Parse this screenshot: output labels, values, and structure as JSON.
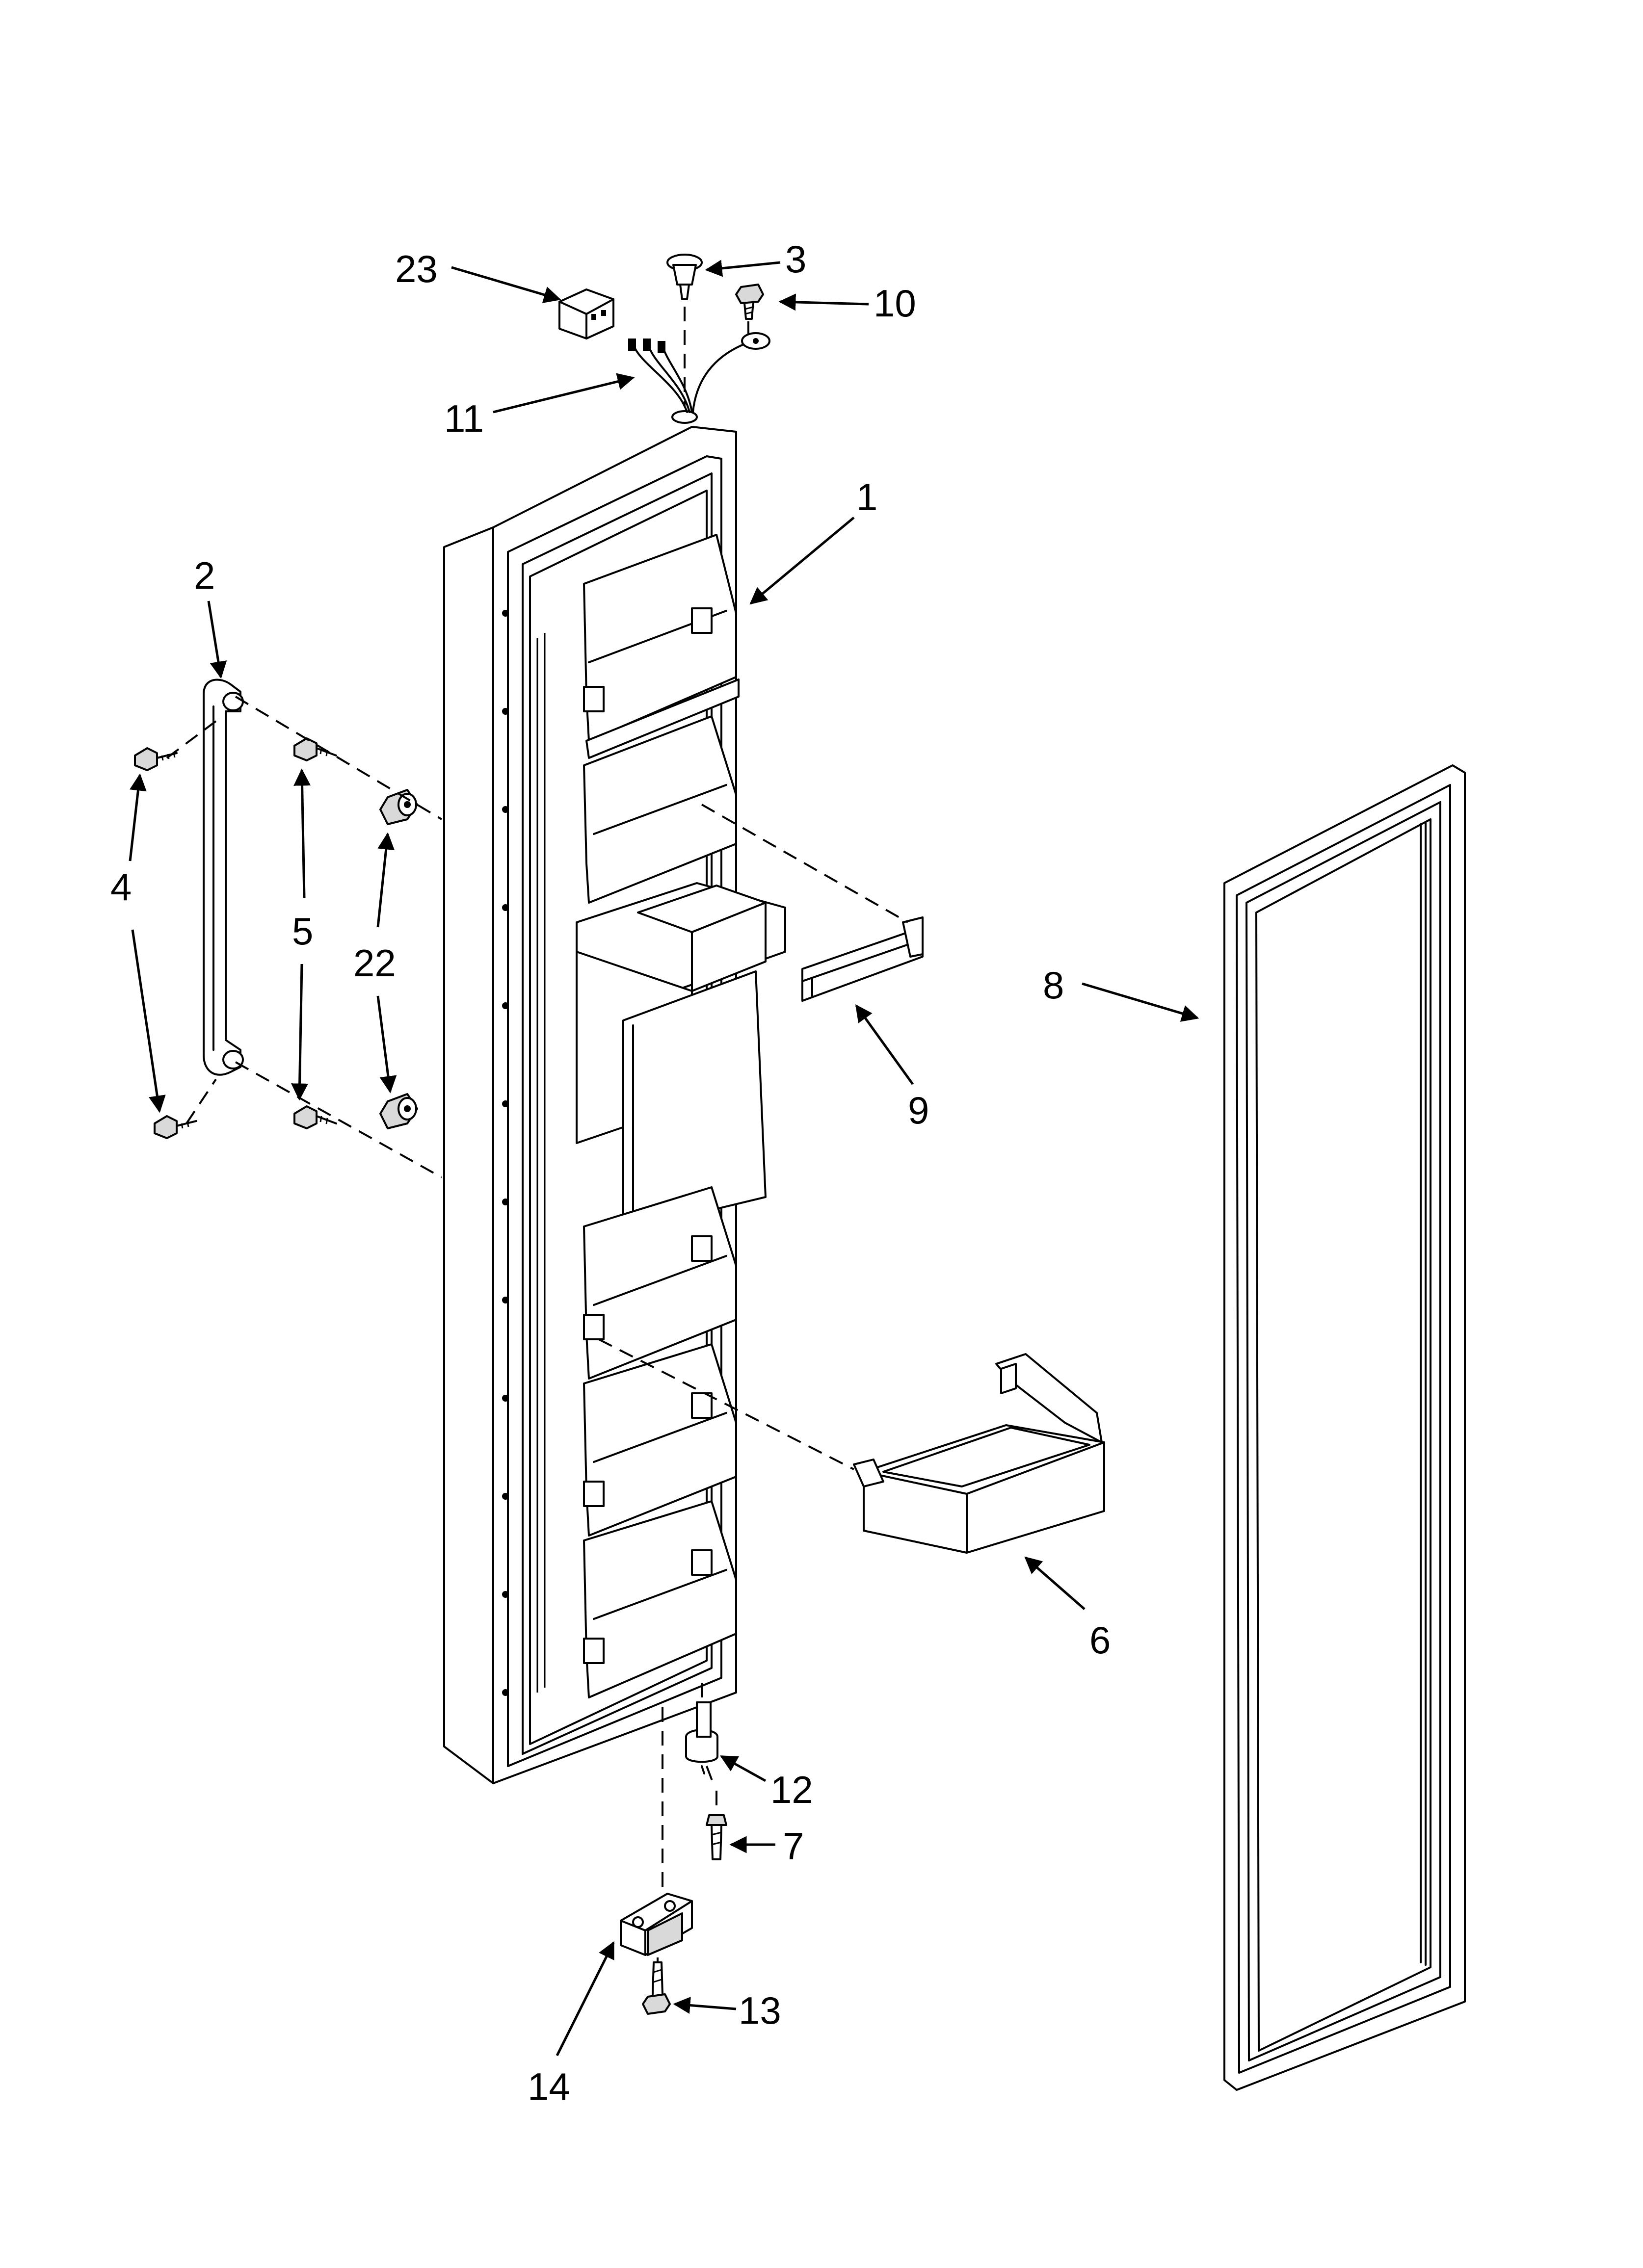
{
  "callouts": [
    {
      "id": "23",
      "label": "23"
    },
    {
      "id": "3",
      "label": "3"
    },
    {
      "id": "10",
      "label": "10"
    },
    {
      "id": "11",
      "label": "11"
    },
    {
      "id": "1",
      "label": "1"
    },
    {
      "id": "2",
      "label": "2"
    },
    {
      "id": "4",
      "label": "4"
    },
    {
      "id": "5",
      "label": "5"
    },
    {
      "id": "22",
      "label": "22"
    },
    {
      "id": "9",
      "label": "9"
    },
    {
      "id": "8",
      "label": "8"
    },
    {
      "id": "6",
      "label": "6"
    },
    {
      "id": "12",
      "label": "12"
    },
    {
      "id": "7",
      "label": "7"
    },
    {
      "id": "13",
      "label": "13"
    },
    {
      "id": "14",
      "label": "14"
    }
  ]
}
